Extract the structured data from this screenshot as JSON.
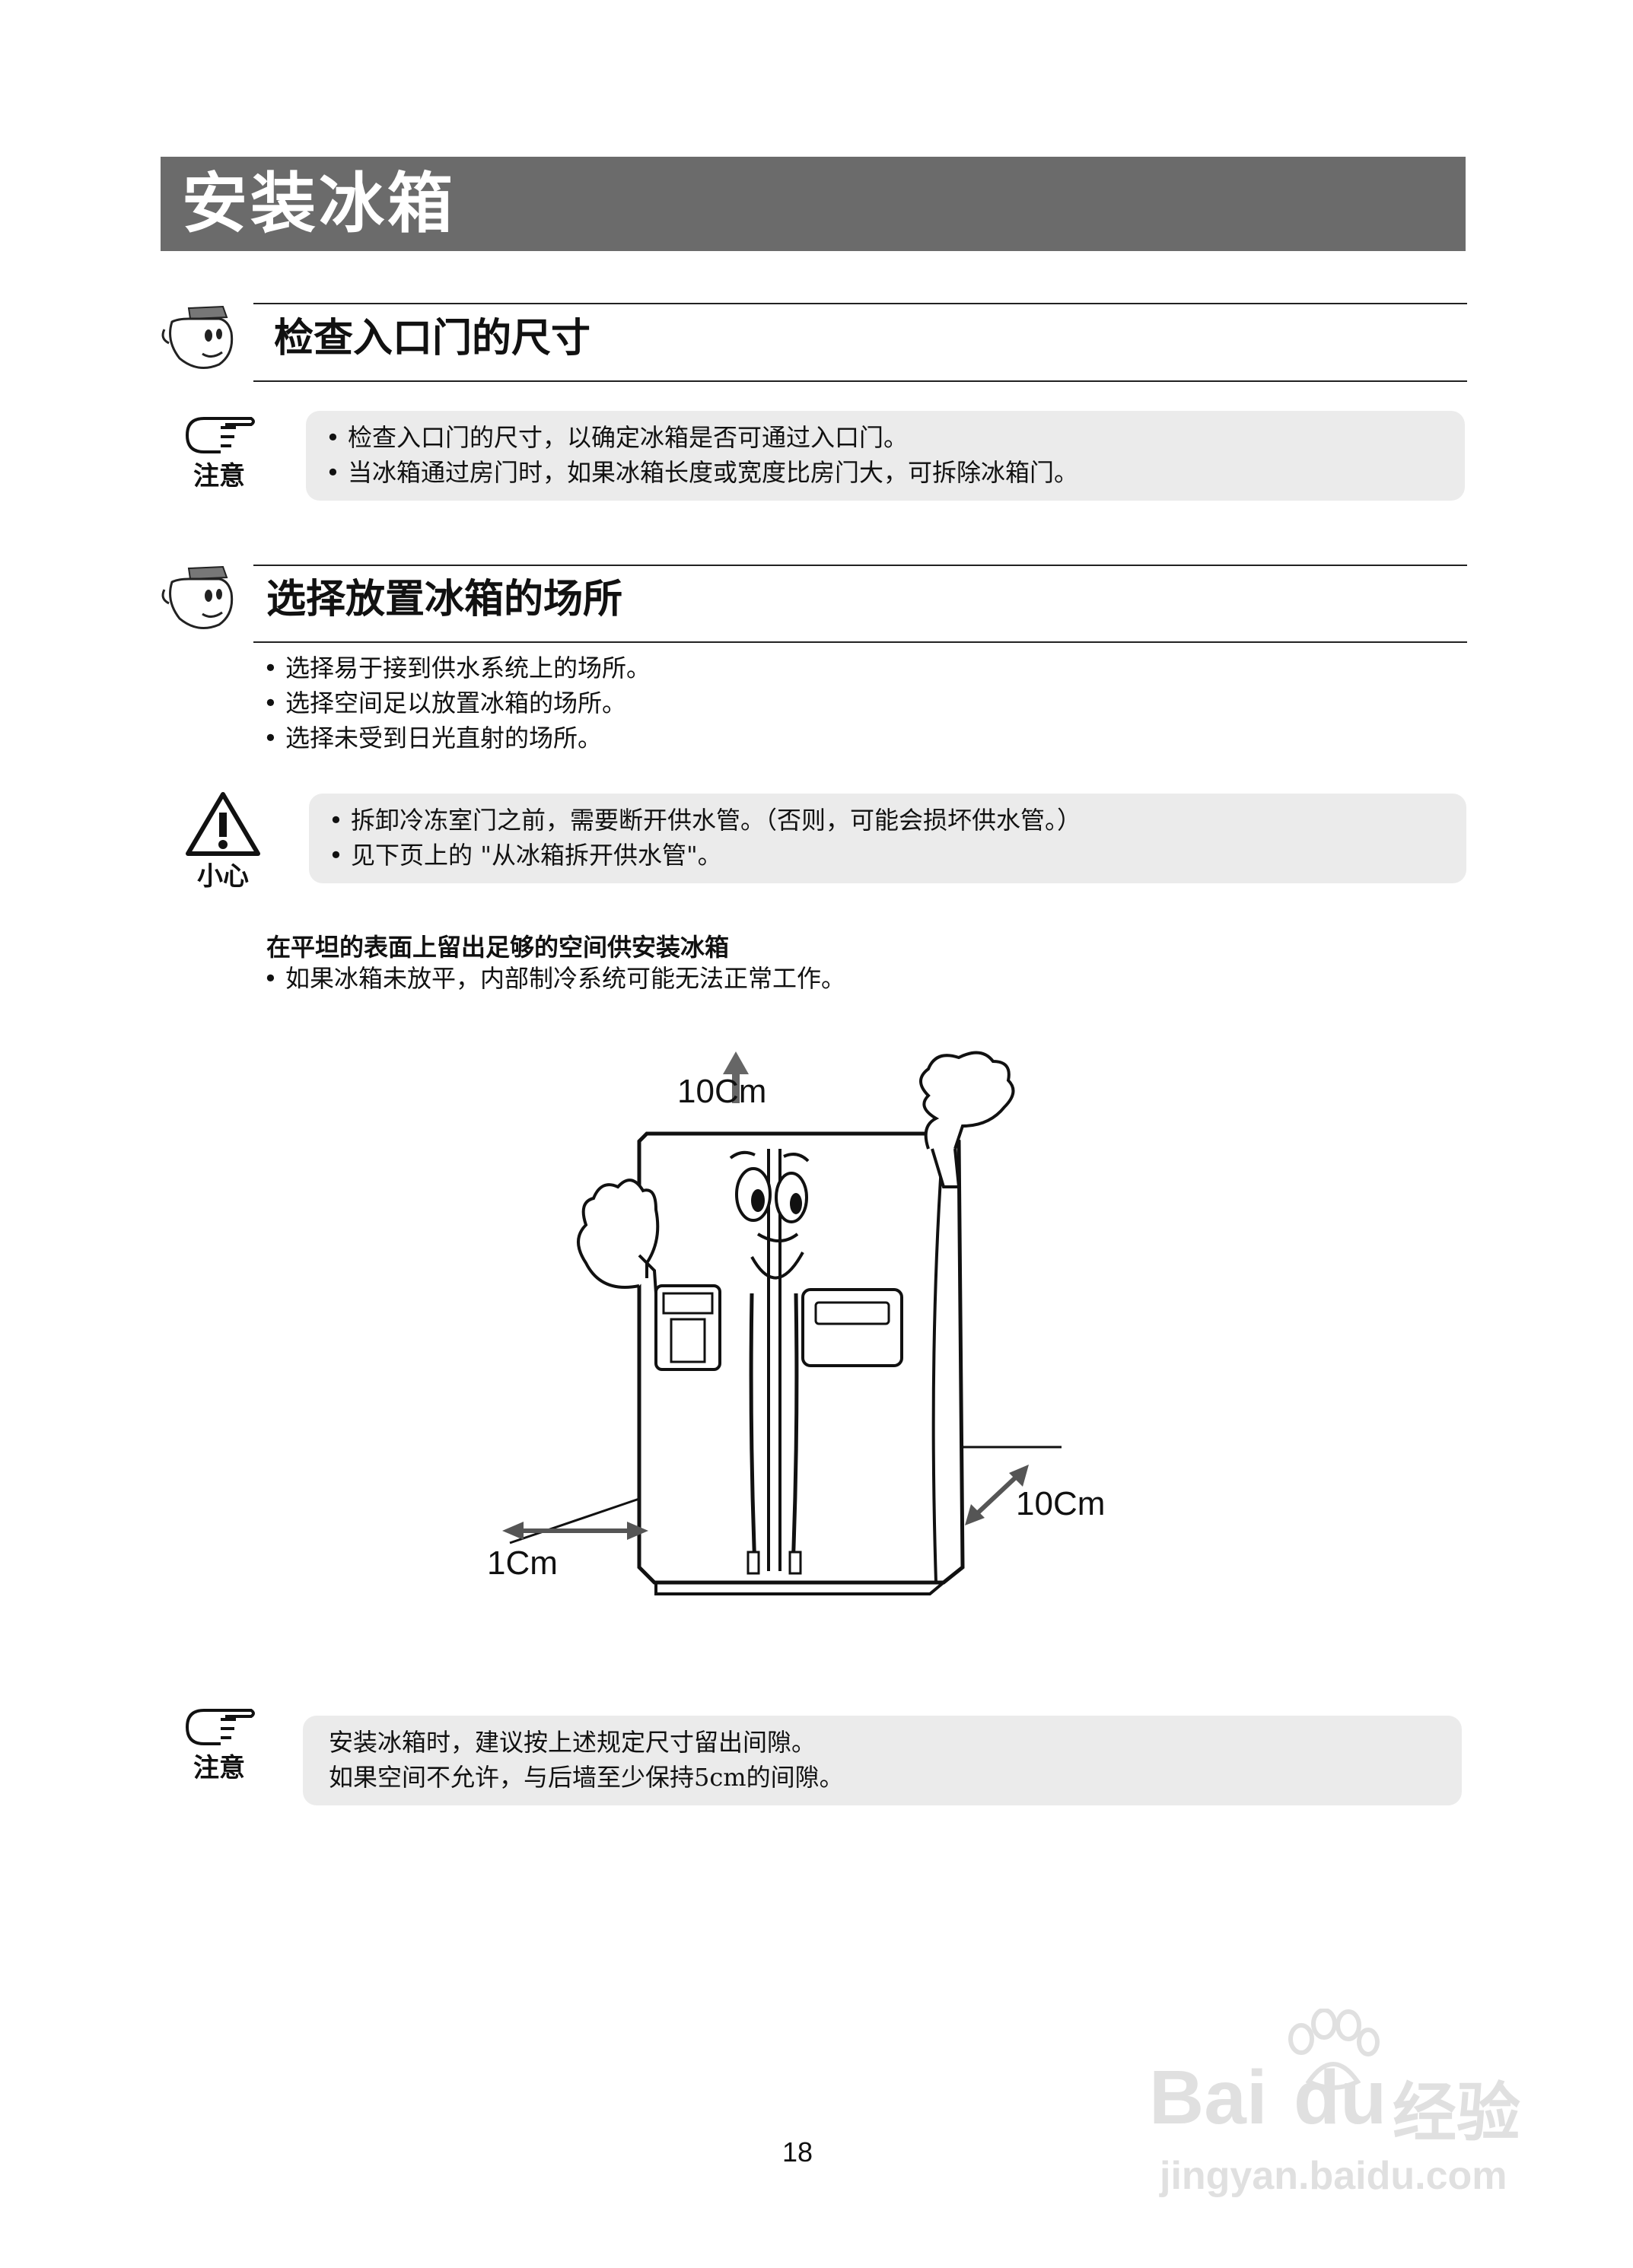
{
  "page": {
    "title": "安装冰箱",
    "page_number": "18"
  },
  "section1": {
    "heading": "检查入口门的尺寸",
    "note": {
      "label": "注意",
      "lines": [
        "• 检查入口门的尺寸，以确定冰箱是否可通过入口门。",
        "• 当冰箱通过房门时，如果冰箱长度或宽度比房门大，可拆除冰箱门。"
      ]
    }
  },
  "section2": {
    "heading": "选择放置冰箱的场所",
    "bullets": [
      "• 选择易于接到供水系统上的场所。",
      "• 选择空间足以放置冰箱的场所。",
      "• 选择未受到日光直射的场所。"
    ],
    "caution": {
      "label": "小心",
      "lines": [
        "• 拆卸冷冻室门之前，需要断开供水管。（否则，可能会损坏供水管。）",
        "• 见下页上的 \"从冰箱拆开供水管\"。"
      ]
    },
    "subheading": "在平坦的表面上留出足够的空间供安装冰箱",
    "sub_bullet": "• 如果冰箱未放平，内部制冷系统可能无法正常工作。"
  },
  "diagram": {
    "top_clearance": "10Cm",
    "side_clearance": "1Cm",
    "back_clearance": "10Cm"
  },
  "bottom_note": {
    "label": "注意",
    "lines": [
      "安装冰箱时，建议按上述规定尺寸留出间隙。",
      "如果空间不允许，与后墙至少保持5cm的间隙。"
    ]
  },
  "watermark": {
    "brand": "Bai",
    "brand_2": "du",
    "suffix": "经验",
    "url": "jingyan.baidu.com"
  }
}
